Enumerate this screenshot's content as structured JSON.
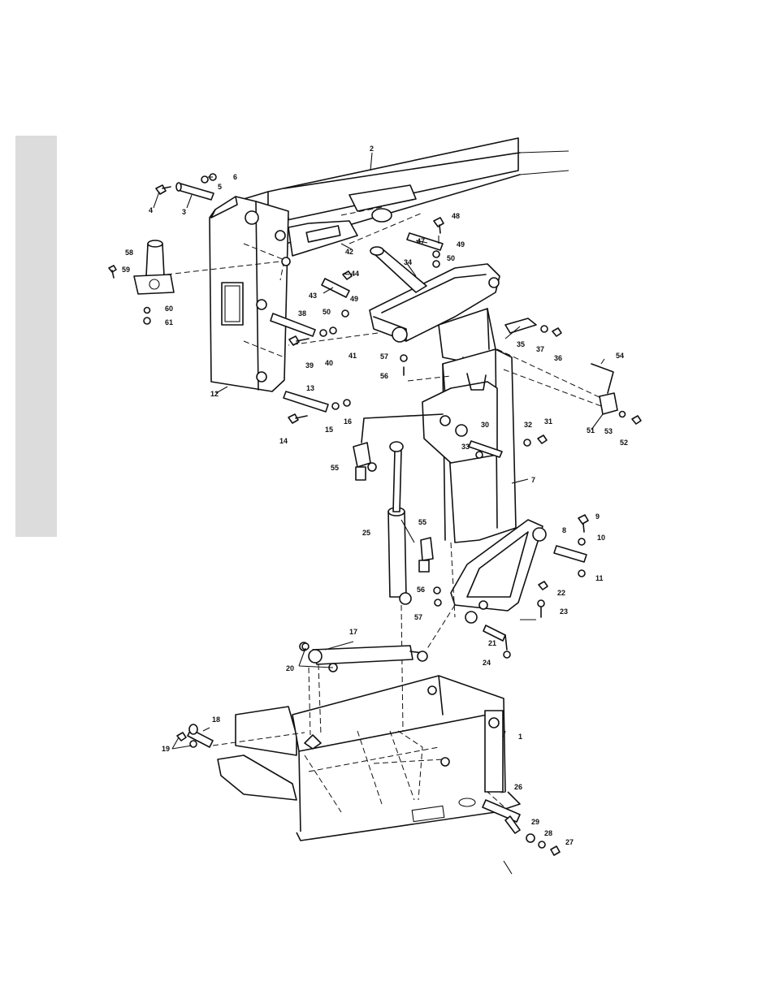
{
  "sidebar": {
    "color": "#dcdcdc"
  },
  "callouts": [
    {
      "id": "c1",
      "text": "1"
    },
    {
      "id": "c2",
      "text": "2"
    },
    {
      "id": "c3",
      "text": "3"
    },
    {
      "id": "c4",
      "text": "4"
    },
    {
      "id": "c5",
      "text": "5"
    },
    {
      "id": "c6",
      "text": "6"
    },
    {
      "id": "c7",
      "text": "7"
    },
    {
      "id": "c8",
      "text": "8"
    },
    {
      "id": "c9",
      "text": "9"
    },
    {
      "id": "c10",
      "text": "10"
    },
    {
      "id": "c11",
      "text": "11"
    },
    {
      "id": "c12",
      "text": "12"
    },
    {
      "id": "c13",
      "text": "13"
    },
    {
      "id": "c14",
      "text": "14"
    },
    {
      "id": "c15",
      "text": "15"
    },
    {
      "id": "c16",
      "text": "16"
    },
    {
      "id": "c17",
      "text": "17"
    },
    {
      "id": "c18",
      "text": "18"
    },
    {
      "id": "c19",
      "text": "19"
    },
    {
      "id": "c20",
      "text": "20"
    },
    {
      "id": "c21",
      "text": "21"
    },
    {
      "id": "c22",
      "text": "22"
    },
    {
      "id": "c23",
      "text": "23"
    },
    {
      "id": "c24",
      "text": "24"
    },
    {
      "id": "c25",
      "text": "25"
    },
    {
      "id": "c26",
      "text": "26"
    },
    {
      "id": "c27",
      "text": "27"
    },
    {
      "id": "c28",
      "text": "28"
    },
    {
      "id": "c29",
      "text": "29"
    },
    {
      "id": "c30",
      "text": "30"
    },
    {
      "id": "c31",
      "text": "31"
    },
    {
      "id": "c32",
      "text": "32"
    },
    {
      "id": "c33",
      "text": "33"
    },
    {
      "id": "c34",
      "text": "34"
    },
    {
      "id": "c35",
      "text": "35"
    },
    {
      "id": "c36",
      "text": "36"
    },
    {
      "id": "c37",
      "text": "37"
    },
    {
      "id": "c38",
      "text": "38"
    },
    {
      "id": "c39",
      "text": "39"
    },
    {
      "id": "c40",
      "text": "40"
    },
    {
      "id": "c41",
      "text": "41"
    },
    {
      "id": "c42",
      "text": "42"
    },
    {
      "id": "c43",
      "text": "43"
    },
    {
      "id": "c44",
      "text": "44"
    },
    {
      "id": "c47",
      "text": "47"
    },
    {
      "id": "c48",
      "text": "48"
    },
    {
      "id": "c49a",
      "text": "49"
    },
    {
      "id": "c49b",
      "text": "49"
    },
    {
      "id": "c50a",
      "text": "50"
    },
    {
      "id": "c50b",
      "text": "50"
    },
    {
      "id": "c51",
      "text": "51"
    },
    {
      "id": "c52",
      "text": "52"
    },
    {
      "id": "c53",
      "text": "53"
    },
    {
      "id": "c54",
      "text": "54"
    },
    {
      "id": "c55a",
      "text": "55"
    },
    {
      "id": "c55b",
      "text": "55"
    },
    {
      "id": "c56a",
      "text": "56"
    },
    {
      "id": "c56b",
      "text": "56"
    },
    {
      "id": "c57a",
      "text": "57"
    },
    {
      "id": "c57b",
      "text": "57"
    },
    {
      "id": "c58",
      "text": "58"
    },
    {
      "id": "c59",
      "text": "59"
    },
    {
      "id": "c60",
      "text": "60"
    },
    {
      "id": "c61",
      "text": "61"
    }
  ]
}
